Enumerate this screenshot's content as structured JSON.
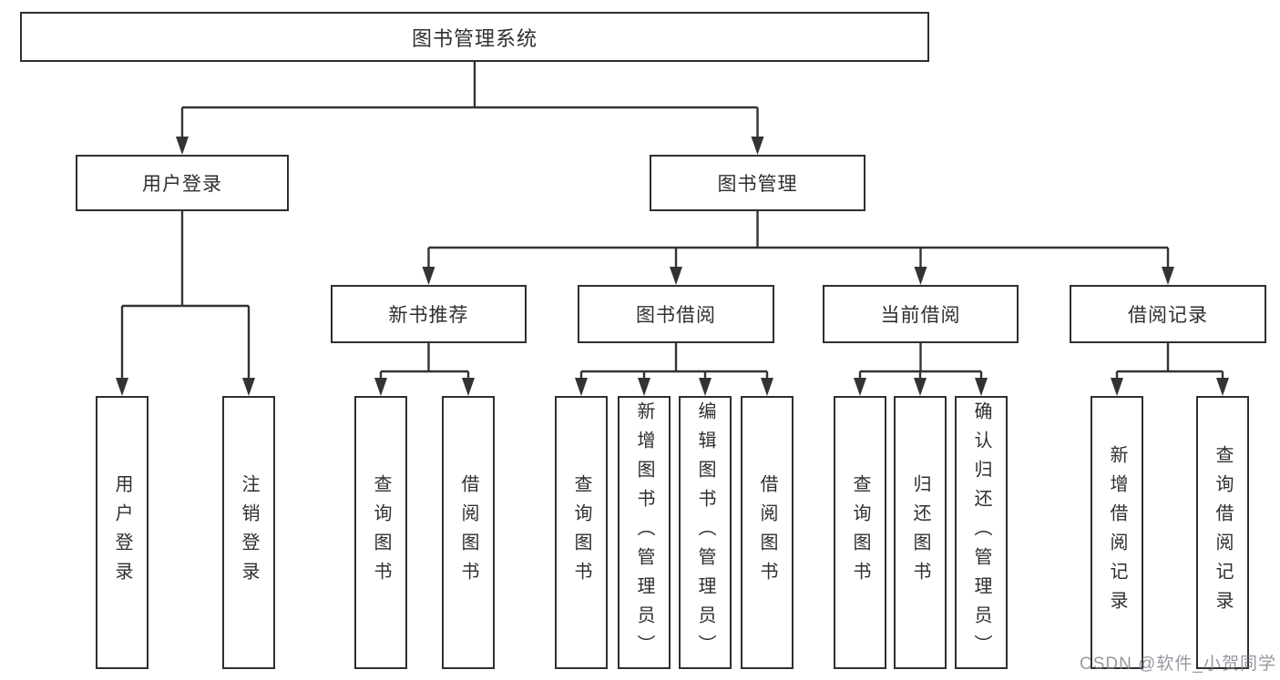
{
  "root": {
    "label": "图书管理系统"
  },
  "branches": {
    "user_login": {
      "label": "用户登录",
      "children": {
        "login": "用户登录",
        "logout": "注销登录"
      }
    },
    "book_mgmt": {
      "label": "图书管理",
      "sections": {
        "new_book": {
          "label": "新书推荐",
          "children": {
            "query": "查询图书",
            "borrow": "借阅图书"
          }
        },
        "book_borrow": {
          "label": "图书借阅",
          "children": {
            "query": "查询图书",
            "add": "新增图书（管理员）",
            "edit": "编辑图书（管理员）",
            "borrow": "借阅图书"
          }
        },
        "current_borrow": {
          "label": "当前借阅",
          "children": {
            "query": "查询图书",
            "return": "归还图书",
            "confirm": "确认归还（管理员）"
          }
        },
        "borrow_record": {
          "label": "借阅记录",
          "children": {
            "add": "新增借阅记录",
            "query": "查询借阅记录"
          }
        }
      }
    }
  },
  "watermark": "CSDN @软件_小贺同学"
}
